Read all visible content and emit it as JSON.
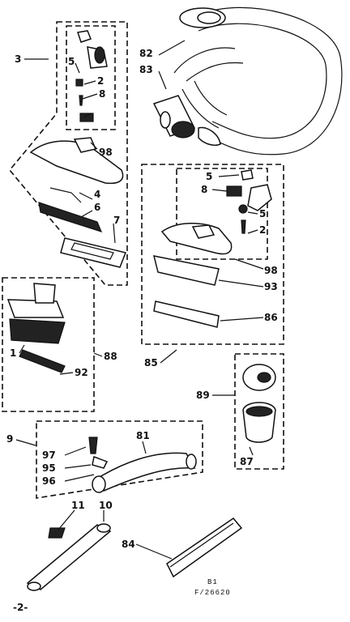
{
  "labels": {
    "l3": "3",
    "l5a": "5",
    "l2a": "2",
    "l8a": "8",
    "l98a": "98",
    "l4": "4",
    "l6": "6",
    "l7": "7",
    "l82": "82",
    "l83": "83",
    "l5b": "5",
    "l8b": "8",
    "l5c": "5",
    "l2b": "2",
    "l98b": "98",
    "l93": "93",
    "l86": "86",
    "l85": "85",
    "l1": "1",
    "l88": "88",
    "l92": "92",
    "l89": "89",
    "l87": "87",
    "l9": "9",
    "l97": "97",
    "l95": "95",
    "l96": "96",
    "l81": "81",
    "l11": "11",
    "l10": "10",
    "l84": "84"
  },
  "caption": {
    "line1": "B1",
    "line2": "F/26620"
  },
  "page_number": "-2-",
  "icons": [
    "hose-drawing",
    "floor-brush-drawing",
    "upholstery-nozzle-drawing",
    "dusting-brush-drawing",
    "wand-drawing",
    "crevice-tool-drawing"
  ]
}
